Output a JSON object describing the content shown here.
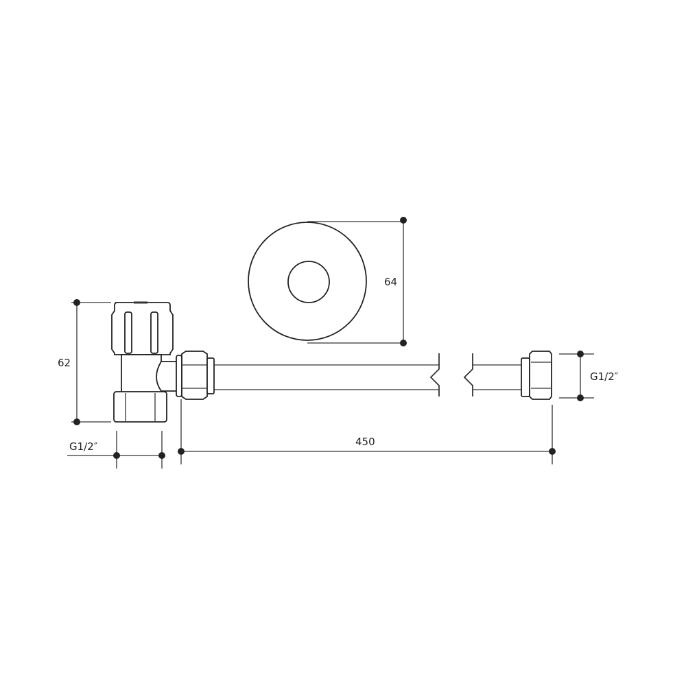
{
  "dimensions": {
    "valve_height": "62",
    "valve_thread": "G1/2″",
    "rosette_diameter": "64",
    "pipe_length": "450",
    "pipe_thread": "G1/2″"
  },
  "colors": {
    "line": "#222222",
    "background": "#ffffff"
  }
}
